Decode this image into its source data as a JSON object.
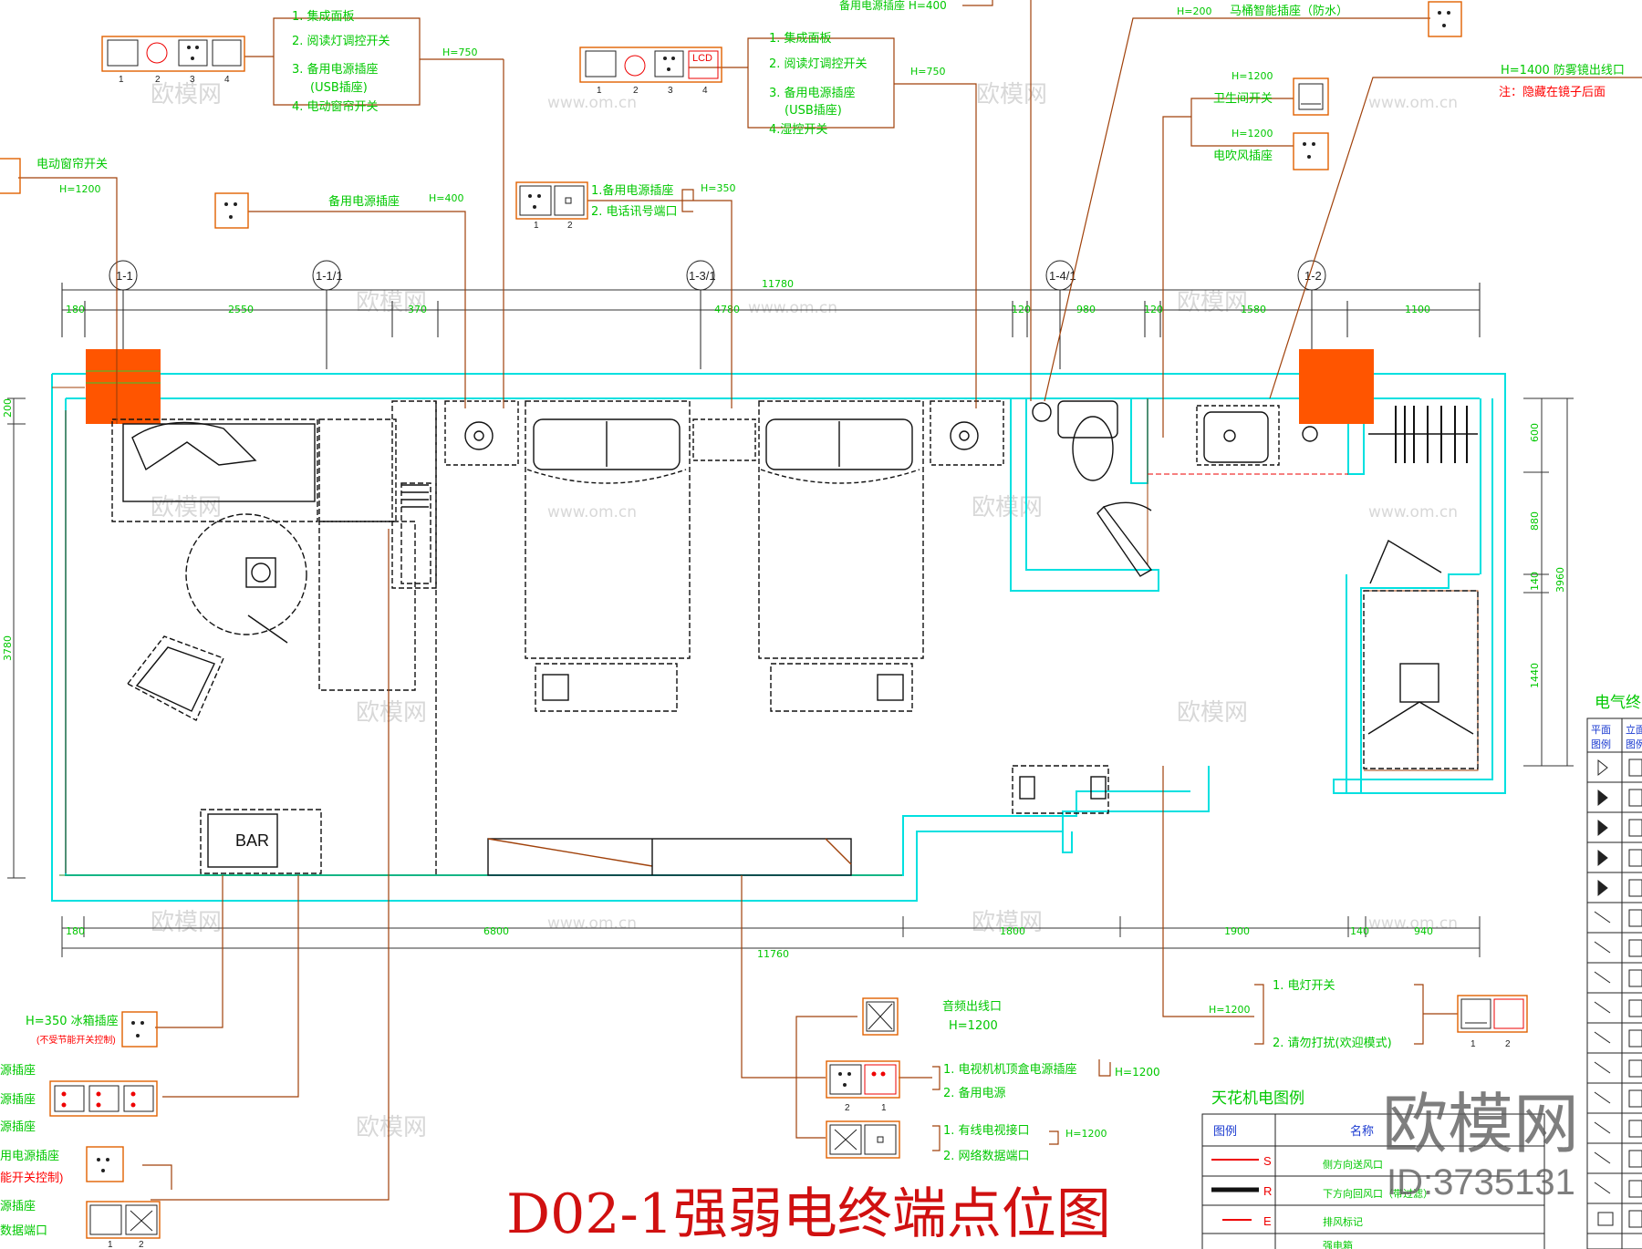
{
  "title": "D02-1强弱电终端点位图",
  "watermark": {
    "brand": "欧模网",
    "id": "ID:3735131",
    "tile_cn": "欧模网",
    "tile_url": "www.om.cn"
  },
  "axes": [
    {
      "label": "1-1"
    },
    {
      "label": "1-1/1"
    },
    {
      "label": "1-3/1"
    },
    {
      "label": "1-4/1"
    },
    {
      "label": "1-2"
    }
  ],
  "dims_top": {
    "total": "11780",
    "segments": [
      "180",
      "2550",
      "370",
      "4780",
      "120",
      "980",
      "120",
      "1580",
      "1100"
    ]
  },
  "dims_bottom": {
    "total": "11760",
    "segments": [
      "180",
      "6800",
      "1800",
      "1900",
      "140",
      "940"
    ]
  },
  "dims_left": [
    "200",
    "3780"
  ],
  "dims_right": {
    "total": "3960",
    "segments": [
      "600",
      "880",
      "140",
      "1440"
    ]
  },
  "room": {
    "bar_label": "BAR"
  },
  "callouts": {
    "bedhead_left": {
      "height": "H=750",
      "items": [
        "1. 集成面板",
        "2. 阅读灯调控开关",
        "3. 备用电源插座",
        "(USB插座)",
        "4. 电动窗帘开关"
      ],
      "nums": [
        "1",
        "2",
        "3",
        "4"
      ]
    },
    "bedhead_right": {
      "height": "H=750",
      "lcd": "LCD",
      "items": [
        "1. 集成面板",
        "2. 阅读灯调控开关",
        "3. 备用电源插座",
        "(USB插座)",
        "4.湿控开关"
      ],
      "nums": [
        "1",
        "2",
        "3",
        "4"
      ]
    },
    "spare_top": "备用电源插座 H=400",
    "curtain": {
      "label": "电动窗帘开关",
      "height": "H=1200"
    },
    "spare_left": {
      "label": "备用电源插座",
      "height": "H=400"
    },
    "phone": {
      "items": [
        "1.备用电源插座",
        "2. 电话讯号端口"
      ],
      "height": "H=350",
      "nums": [
        "1",
        "2"
      ]
    },
    "toilet_socket": {
      "height": "H=200",
      "label": "马桶智能插座（防水）"
    },
    "bath_switch": {
      "height": "H=1200",
      "label": "卫生间开关"
    },
    "dryer_socket": {
      "height": "H=1200",
      "label": "电吹风插座"
    },
    "mirror": {
      "label": "H=1400 防雾镜出线口",
      "note": "注：隐藏在镜子后面"
    },
    "fridge": {
      "label": "H=350 冰箱插座",
      "note": "(不受节能开关控制)"
    },
    "left_partial": [
      "源插座",
      "源插座",
      "源插座",
      "用电源插座",
      "能开关控制)",
      "源插座",
      "数据端口"
    ],
    "left_partial_nums": [
      "1",
      "2"
    ],
    "audio": {
      "label": "音频出线口",
      "height": "H=1200"
    },
    "tv": {
      "items": [
        "1. 电视机机顶盒电源插座",
        "2. 备用电源"
      ],
      "height": "H=1200",
      "nums": [
        "2",
        "1"
      ]
    },
    "cable": {
      "items": [
        "1. 有线电视接口",
        "2. 网络数据端口"
      ],
      "height": "H=1200"
    },
    "entry": {
      "height": "H=1200",
      "items": [
        "1. 电灯开关",
        "2. 请勿打扰(欢迎模式)"
      ],
      "nums": [
        "1",
        "2"
      ]
    }
  },
  "legend_ceiling": {
    "title": "天花机电图例",
    "headers": [
      "图例",
      "名称"
    ],
    "rows": [
      {
        "symbol": "S",
        "name": "侧方向送风口"
      },
      {
        "symbol": "R",
        "name": "下方向回风口（带过滤）"
      },
      {
        "symbol": "E",
        "name": "排风标记"
      },
      {
        "symbol": "",
        "name": "强电箱"
      }
    ]
  },
  "legend_electrical": {
    "title": "电气终",
    "headers": [
      "平面",
      "图例",
      "立面",
      "图例"
    ]
  },
  "colors": {
    "wall": "#00e0e0",
    "leader": "#a0410a",
    "text": "#00c800",
    "title": "#d01010",
    "orange": "#ff5500",
    "note": "#ff0000"
  }
}
